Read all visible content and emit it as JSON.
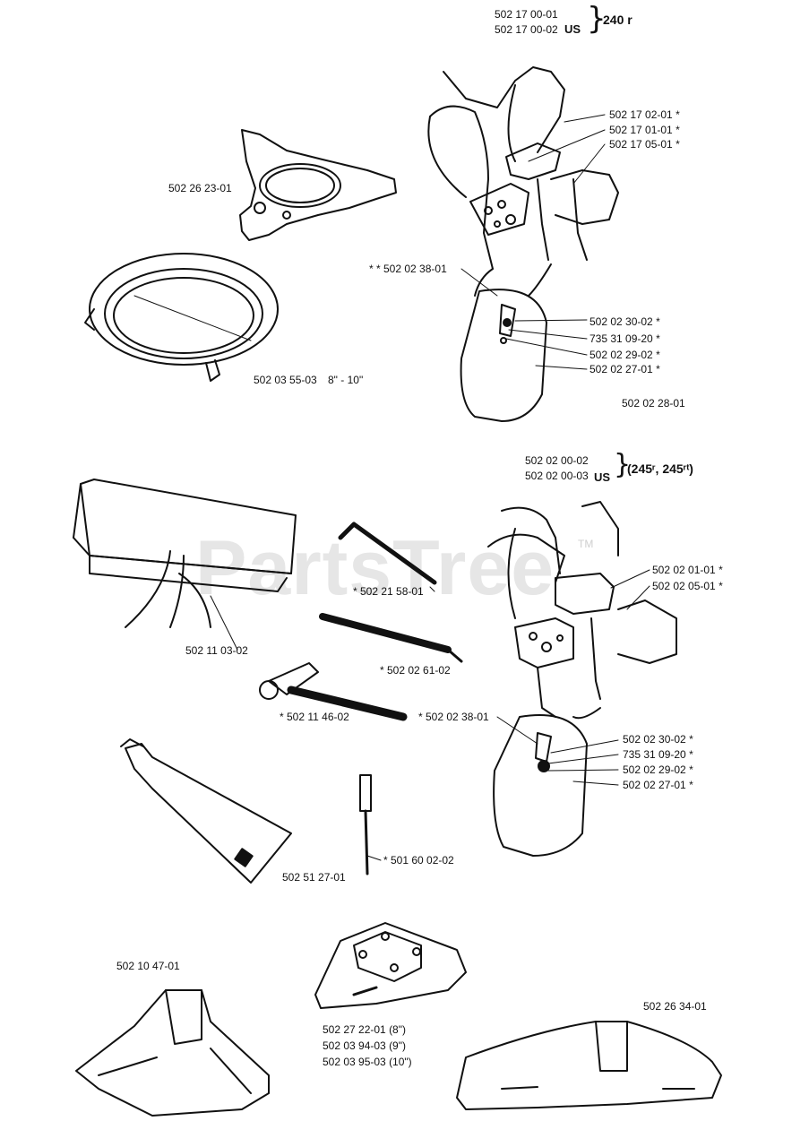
{
  "watermark": "PartsTree",
  "trademark": "TM",
  "kit_240": {
    "part1": "502 17 00-01",
    "part2": "502 17 00-02",
    "us": "US",
    "model": "240 r"
  },
  "kit_245": {
    "part1": "502 02 00-02",
    "part2": "502 02 00-03",
    "us": "US",
    "model": "(245ʳ, 245ʳᵗ)"
  },
  "labels": {
    "p_502_26_23_01": "502 26 23-01",
    "p_502_03_55_03": "502 03 55-03",
    "p_size_8_10": "8\" - 10\"",
    "p_502_17_02_01": "502 17 02-01  *",
    "p_502_17_01_01": "502 17 01-01  *",
    "p_502_17_05_01": "502 17 05-01  *",
    "p_502_02_38_01_top": "* *  502 02 38-01",
    "p_502_02_30_02_top": "502 02 30-02  *",
    "p_735_31_09_20_top": "735 31 09-20  *",
    "p_502_02_29_02_top": "502 02 29-02  *",
    "p_502_02_27_01_top": "502 02 27-01  *",
    "p_502_02_28_01": "502 02 28-01",
    "p_502_02_01_01": "502 02 01-01  *",
    "p_502_02_05_01": "502 02 05-01  *",
    "p_502_21_58_01": "*  502 21 58-01",
    "p_502_11_03_02": "502 11 03-02",
    "p_502_02_61_02": "*  502 02 61-02",
    "p_502_11_46_02": "*  502 11 46-02",
    "p_502_02_38_01_bot": "*  502 02 38-01",
    "p_502_02_30_02_bot": "502 02 30-02  *",
    "p_735_31_09_20_bot": "735 31 09-20  *",
    "p_502_02_29_02_bot": "502 02 29-02  *",
    "p_502_02_27_01_bot": "502 02 27-01  *",
    "p_502_51_27_01": "502 51 27-01",
    "p_501_60_02_02": "*  501 60 02-02",
    "p_502_10_47_01": "502 10 47-01",
    "p_502_27_22_01": "502 27 22-01  (8\")",
    "p_502_03_94_03": "502 03 94-03  (9\")",
    "p_502_03_95_03": "502 03 95-03  (10\")",
    "p_502_26_34_01": "502 26 34-01"
  }
}
